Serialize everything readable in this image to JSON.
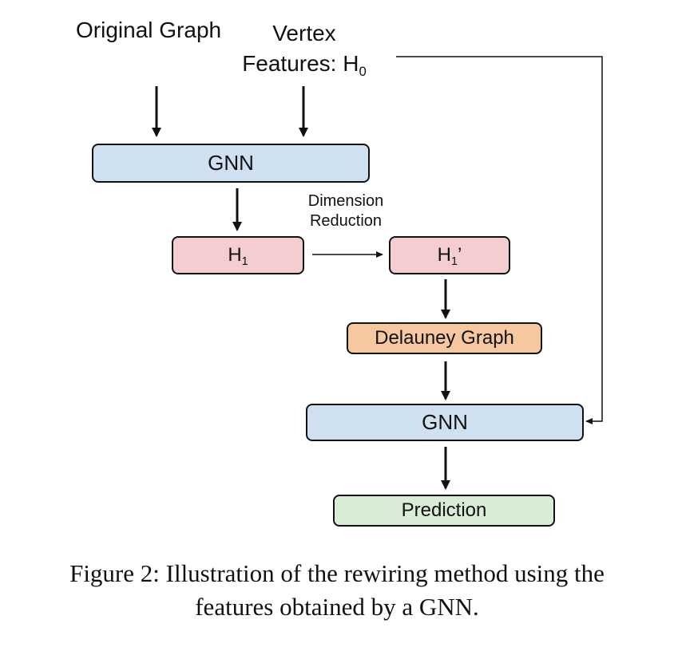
{
  "inputs": {
    "original_graph": "Original Graph",
    "vertex_line1": "Vertex",
    "vertex_line2": "Features: H",
    "vertex_sub": "0"
  },
  "nodes": {
    "gnn_top": "GNN",
    "h1": "H",
    "h1_sub": "1",
    "h1_prime": "H",
    "h1_prime_sub": "1",
    "h1_prime_mark": "’",
    "delaunay": "Delauney Graph",
    "gnn_bottom": "GNN",
    "prediction": "Prediction"
  },
  "edge_labels": {
    "dim_reduction_line1": "Dimension",
    "dim_reduction_line2": "Reduction"
  },
  "colors": {
    "gnn": "#cfe0f0",
    "hidden": "#f3cdd0",
    "delaunay": "#f6c8a0",
    "prediction": "#d8ecd6"
  },
  "caption": {
    "line1": "Figure 2: Illustration of the rewiring method using the",
    "line2": "features obtained by a GNN."
  }
}
